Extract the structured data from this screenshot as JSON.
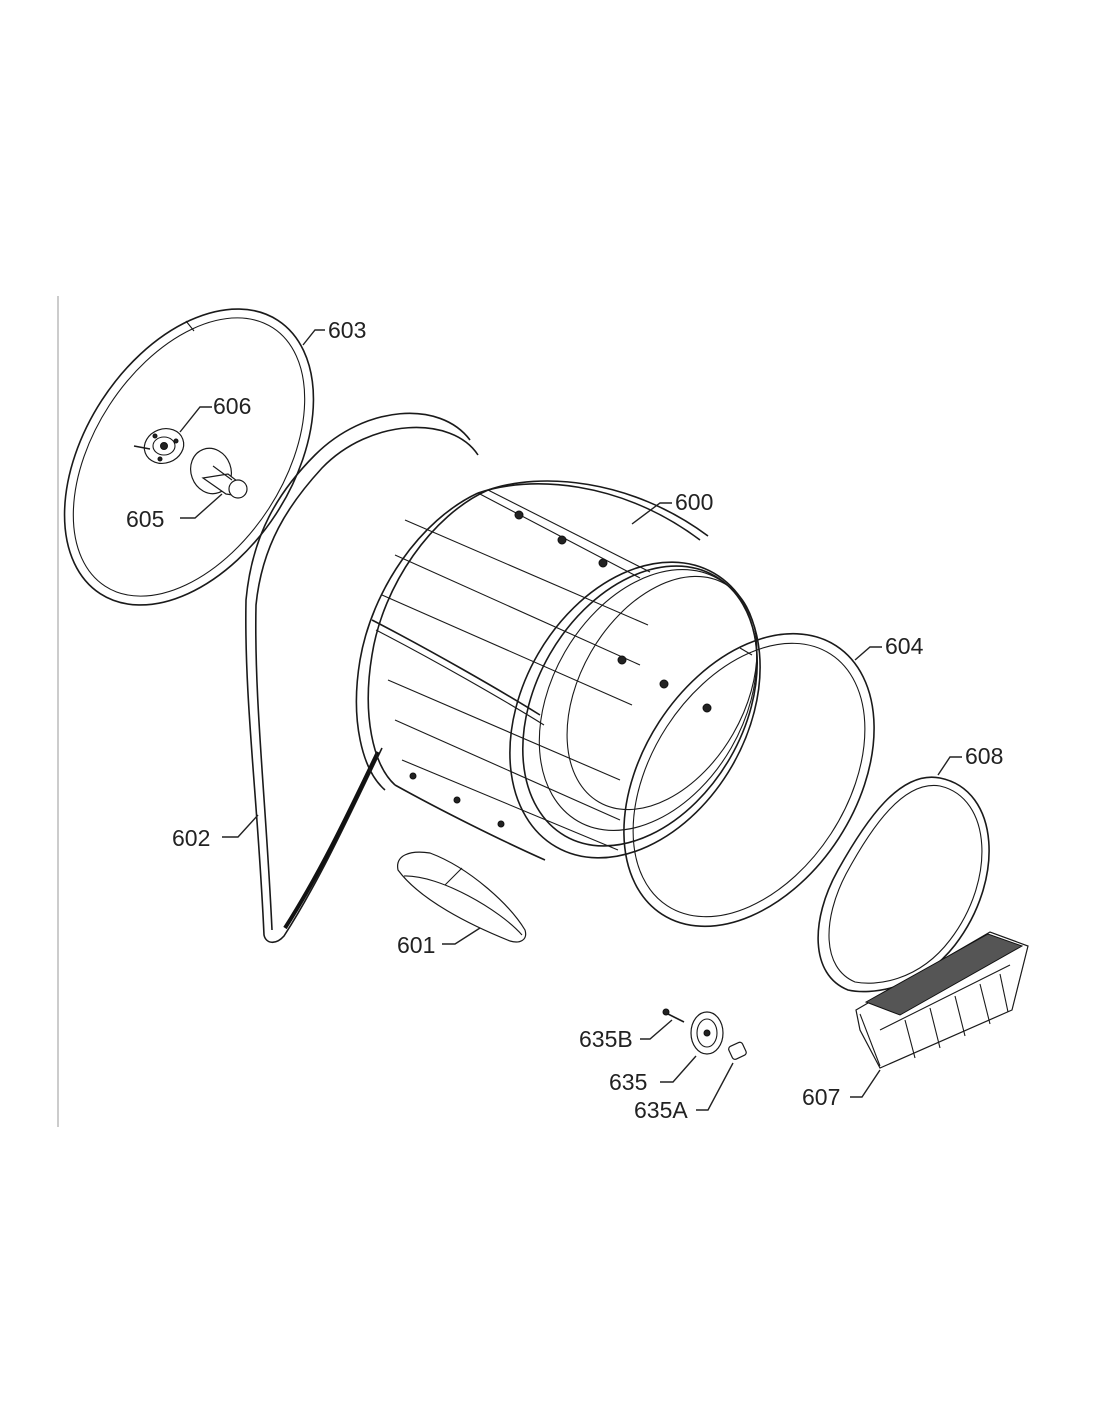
{
  "parts": [
    {
      "id": "drum",
      "label": "600"
    },
    {
      "id": "baffle",
      "label": "601"
    },
    {
      "id": "drive-belt",
      "label": "602"
    },
    {
      "id": "rear-seal",
      "label": "603"
    },
    {
      "id": "front-seal",
      "label": "604"
    },
    {
      "id": "bearing",
      "label": "605"
    },
    {
      "id": "shaft-mount",
      "label": "606"
    },
    {
      "id": "lint-filter",
      "label": "607"
    },
    {
      "id": "filter-gasket",
      "label": "608"
    },
    {
      "id": "roller",
      "label": "635"
    },
    {
      "id": "roller-axle",
      "label": "635A"
    },
    {
      "id": "roller-screw",
      "label": "635B"
    }
  ]
}
